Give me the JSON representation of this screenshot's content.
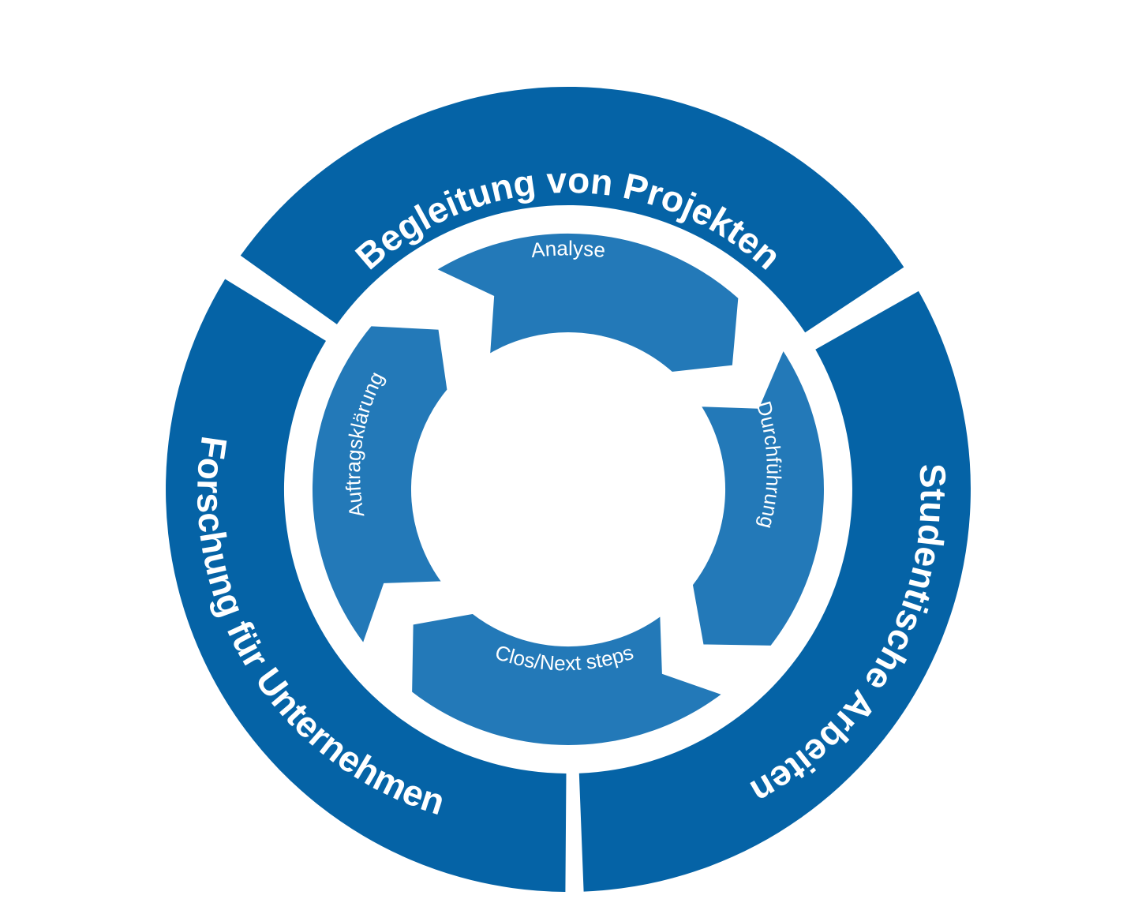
{
  "colors": {
    "outer_ring": "#0563a6",
    "inner_ring": "#2379b8",
    "background": "#ffffff",
    "text": "#ffffff"
  },
  "outer_segments": [
    {
      "label": "Begleitung von Projekten"
    },
    {
      "label": "Studentische Arbeiten"
    },
    {
      "label": "Forschung für Unternehmen"
    }
  ],
  "cycle_steps": [
    {
      "label": "Analyse"
    },
    {
      "label": "Durchführung"
    },
    {
      "label": "Clos/Next steps"
    },
    {
      "label": "Auftragsklärung"
    }
  ]
}
